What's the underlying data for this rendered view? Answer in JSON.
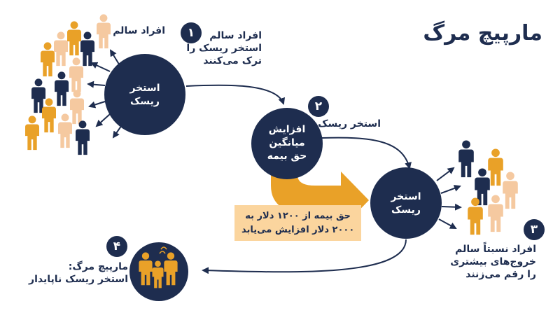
{
  "title": "مارپیچ مرگ",
  "colors": {
    "navy": "#1e2d4f",
    "gold": "#e9a128",
    "peach": "#f5c9a0",
    "note_bg": "#fbd59e",
    "white": "#ffffff"
  },
  "labels": {
    "healthy_people": "افراد سالم",
    "risk_pool_1": [
      "استخر",
      "ریسک"
    ],
    "step1": [
      "افراد سالم",
      "استخر ریسک را",
      "ترک می‌کنند"
    ],
    "step2_pool": "استخر ریسک",
    "premium_circle": [
      "افزایش",
      "میانگین",
      "حق بیمه"
    ],
    "premium_note": [
      "حق بیمه از ۱۲۰۰ دلار به",
      "۲۰۰۰ دلار افزایش می‌یابد"
    ],
    "risk_pool_2": [
      "استخر",
      "ریسک"
    ],
    "step3": [
      "افراد نسبتاً سالم",
      "خروج‌های بیشتری",
      "را رقم می‌زنند"
    ],
    "step4": [
      "مارپیچ مرگ:",
      "استخر ریسک ناپایدار"
    ]
  },
  "badges": [
    "۱",
    "۲",
    "۳",
    "۴"
  ]
}
